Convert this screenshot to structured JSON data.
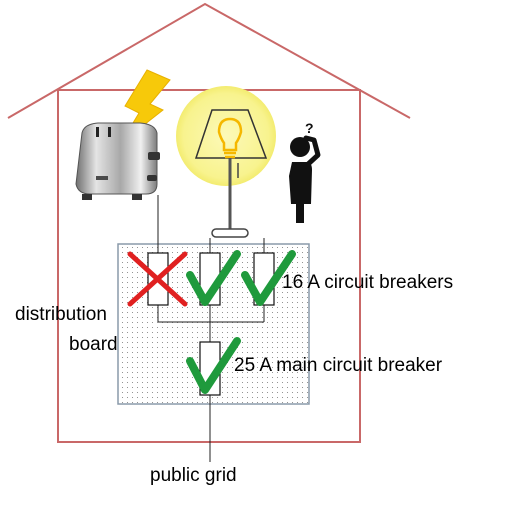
{
  "labels": {
    "distribution_board_line1": "distribution",
    "distribution_board_line2": "board",
    "circuit_breakers": "16 A circuit breakers",
    "main_breaker": "25 A main circuit breaker",
    "public_grid": "public grid"
  },
  "icons": {
    "lightning": "lightning-bolt-icon",
    "toaster": "toaster-icon",
    "lamp": "lamp-icon",
    "person": "confused-person-icon",
    "tripped": "red-cross-icon",
    "ok": "green-check-icon"
  },
  "breakers": [
    {
      "circuit": "toaster",
      "state": "tripped"
    },
    {
      "circuit": "lamp",
      "state": "ok"
    },
    {
      "circuit": "spare",
      "state": "ok"
    }
  ],
  "main_breaker": {
    "state": "ok"
  },
  "colors": {
    "house": "#c96868",
    "board_border": "#8a9aaa",
    "check": "#1f9a3c",
    "cross": "#e02020",
    "bolt": "#f7c90a",
    "lamp_glow": "#fbf7a0"
  }
}
